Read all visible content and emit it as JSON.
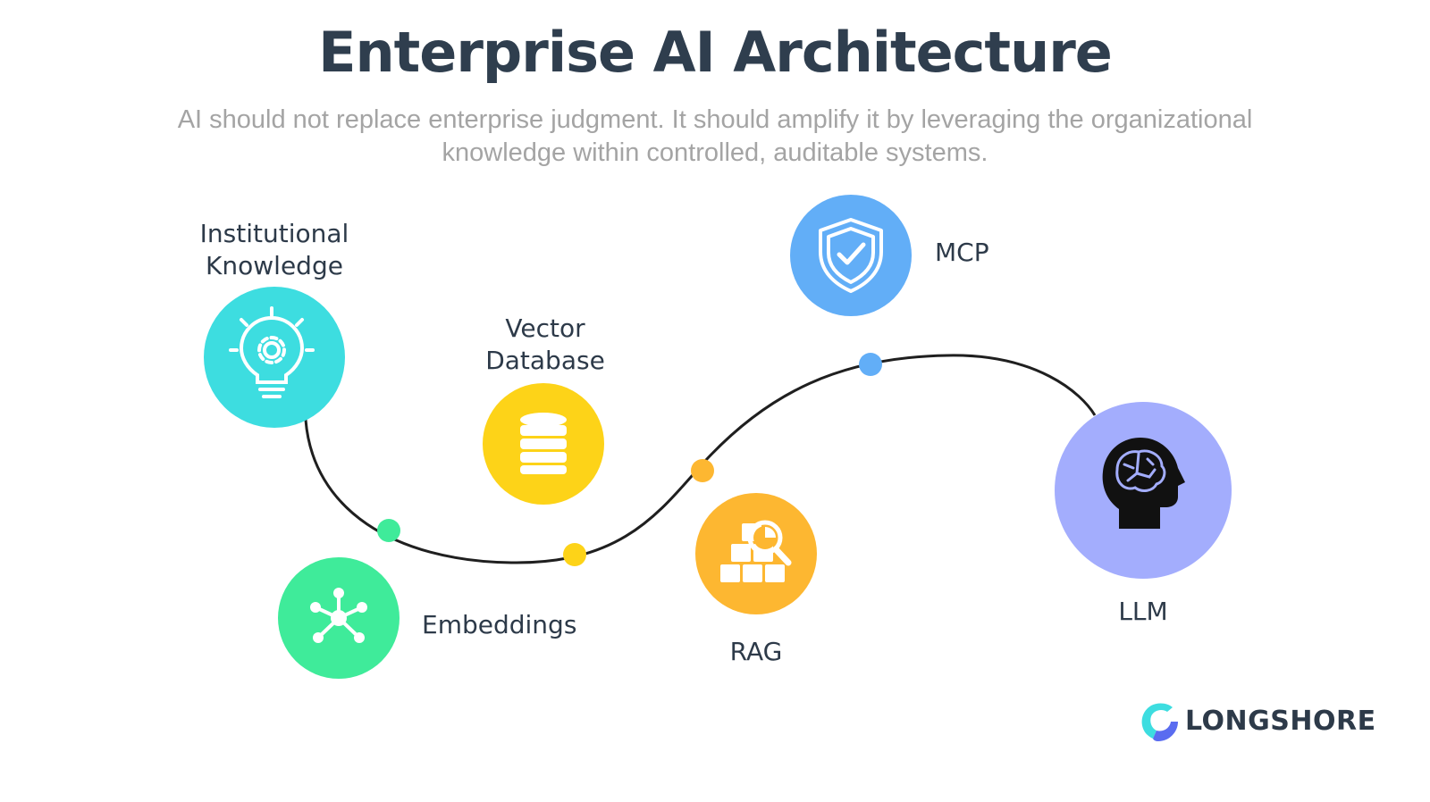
{
  "header": {
    "title": "Enterprise AI Architecture",
    "subtitle": "AI should not replace enterprise judgment. It should amplify it by leveraging the organizational knowledge within controlled, auditable systems."
  },
  "stages": [
    {
      "id": "institutional-knowledge",
      "label": "Institutional\nKnowledge",
      "icon": "lightbulb-gear-icon",
      "color": "#3ddde0"
    },
    {
      "id": "vector-database",
      "label": "Vector\nDatabase",
      "icon": "database-icon",
      "color": "#fdd318"
    },
    {
      "id": "embeddings",
      "label": "Embeddings",
      "icon": "network-hub-icon",
      "color": "#3feb9a"
    },
    {
      "id": "rag",
      "label": "RAG",
      "icon": "document-search-icon",
      "color": "#fdb731"
    },
    {
      "id": "mcp",
      "label": "MCP",
      "icon": "shield-check-icon",
      "color": "#62aef7"
    },
    {
      "id": "llm",
      "label": "LLM",
      "icon": "brain-head-icon",
      "color": "#a3adfd"
    }
  ],
  "path_dots": [
    "#3feb9a",
    "#fdd318",
    "#fdb731",
    "#62aef7"
  ],
  "logo": {
    "text": "LONGSHORE",
    "icon": "longshore-logo-icon",
    "colors": [
      "#3ddde0",
      "#5a6cf0"
    ]
  }
}
